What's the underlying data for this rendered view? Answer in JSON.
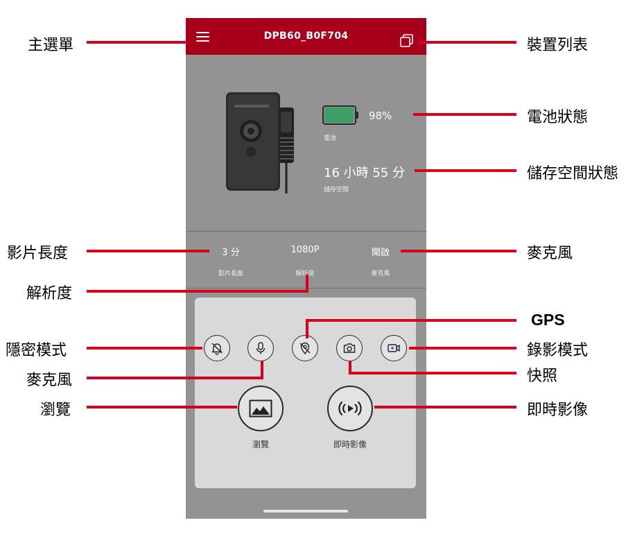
{
  "header": {
    "title": "DPB60_B0F704"
  },
  "status": {
    "battery_percent_text": "98%",
    "battery_level": 0.98,
    "battery_label": "電池",
    "storage_value": "16 小時 55 分",
    "storage_label": "儲存空間"
  },
  "stats": [
    {
      "value": "3 分",
      "label": "影片長度"
    },
    {
      "value": "1080P",
      "label": "解析度"
    },
    {
      "value": "開啟",
      "label": "麥克風"
    }
  ],
  "controls": {
    "browse_label": "瀏覽",
    "live_label": "即時影像"
  },
  "callouts": {
    "main_menu": "主選單",
    "device_list": "裝置列表",
    "battery_status": "電池狀態",
    "storage_status": "儲存空間狀態",
    "video_length": "影片長度",
    "microphone_top": "麥克風",
    "resolution": "解析度",
    "gps": "GPS",
    "privacy_mode": "隱密模式",
    "recording_mode": "錄影模式",
    "microphone_btn": "麥克風",
    "snapshot": "快照",
    "browse": "瀏覽",
    "live_view": "即時影像"
  },
  "colors": {
    "header_red": "#a8001b",
    "battery_green": "#3f9e65",
    "callout_line_red": "#d8001c",
    "screen_gray": "#939393"
  },
  "icons": {
    "menu": "hamburger-icon",
    "device_list": "device-list-icon",
    "privacy": "bell-off-icon",
    "microphone": "microphone-icon",
    "gps": "location-off-icon",
    "snapshot": "camera-icon",
    "record": "video-record-icon",
    "browse": "gallery-image-icon",
    "live": "live-stream-icon"
  }
}
